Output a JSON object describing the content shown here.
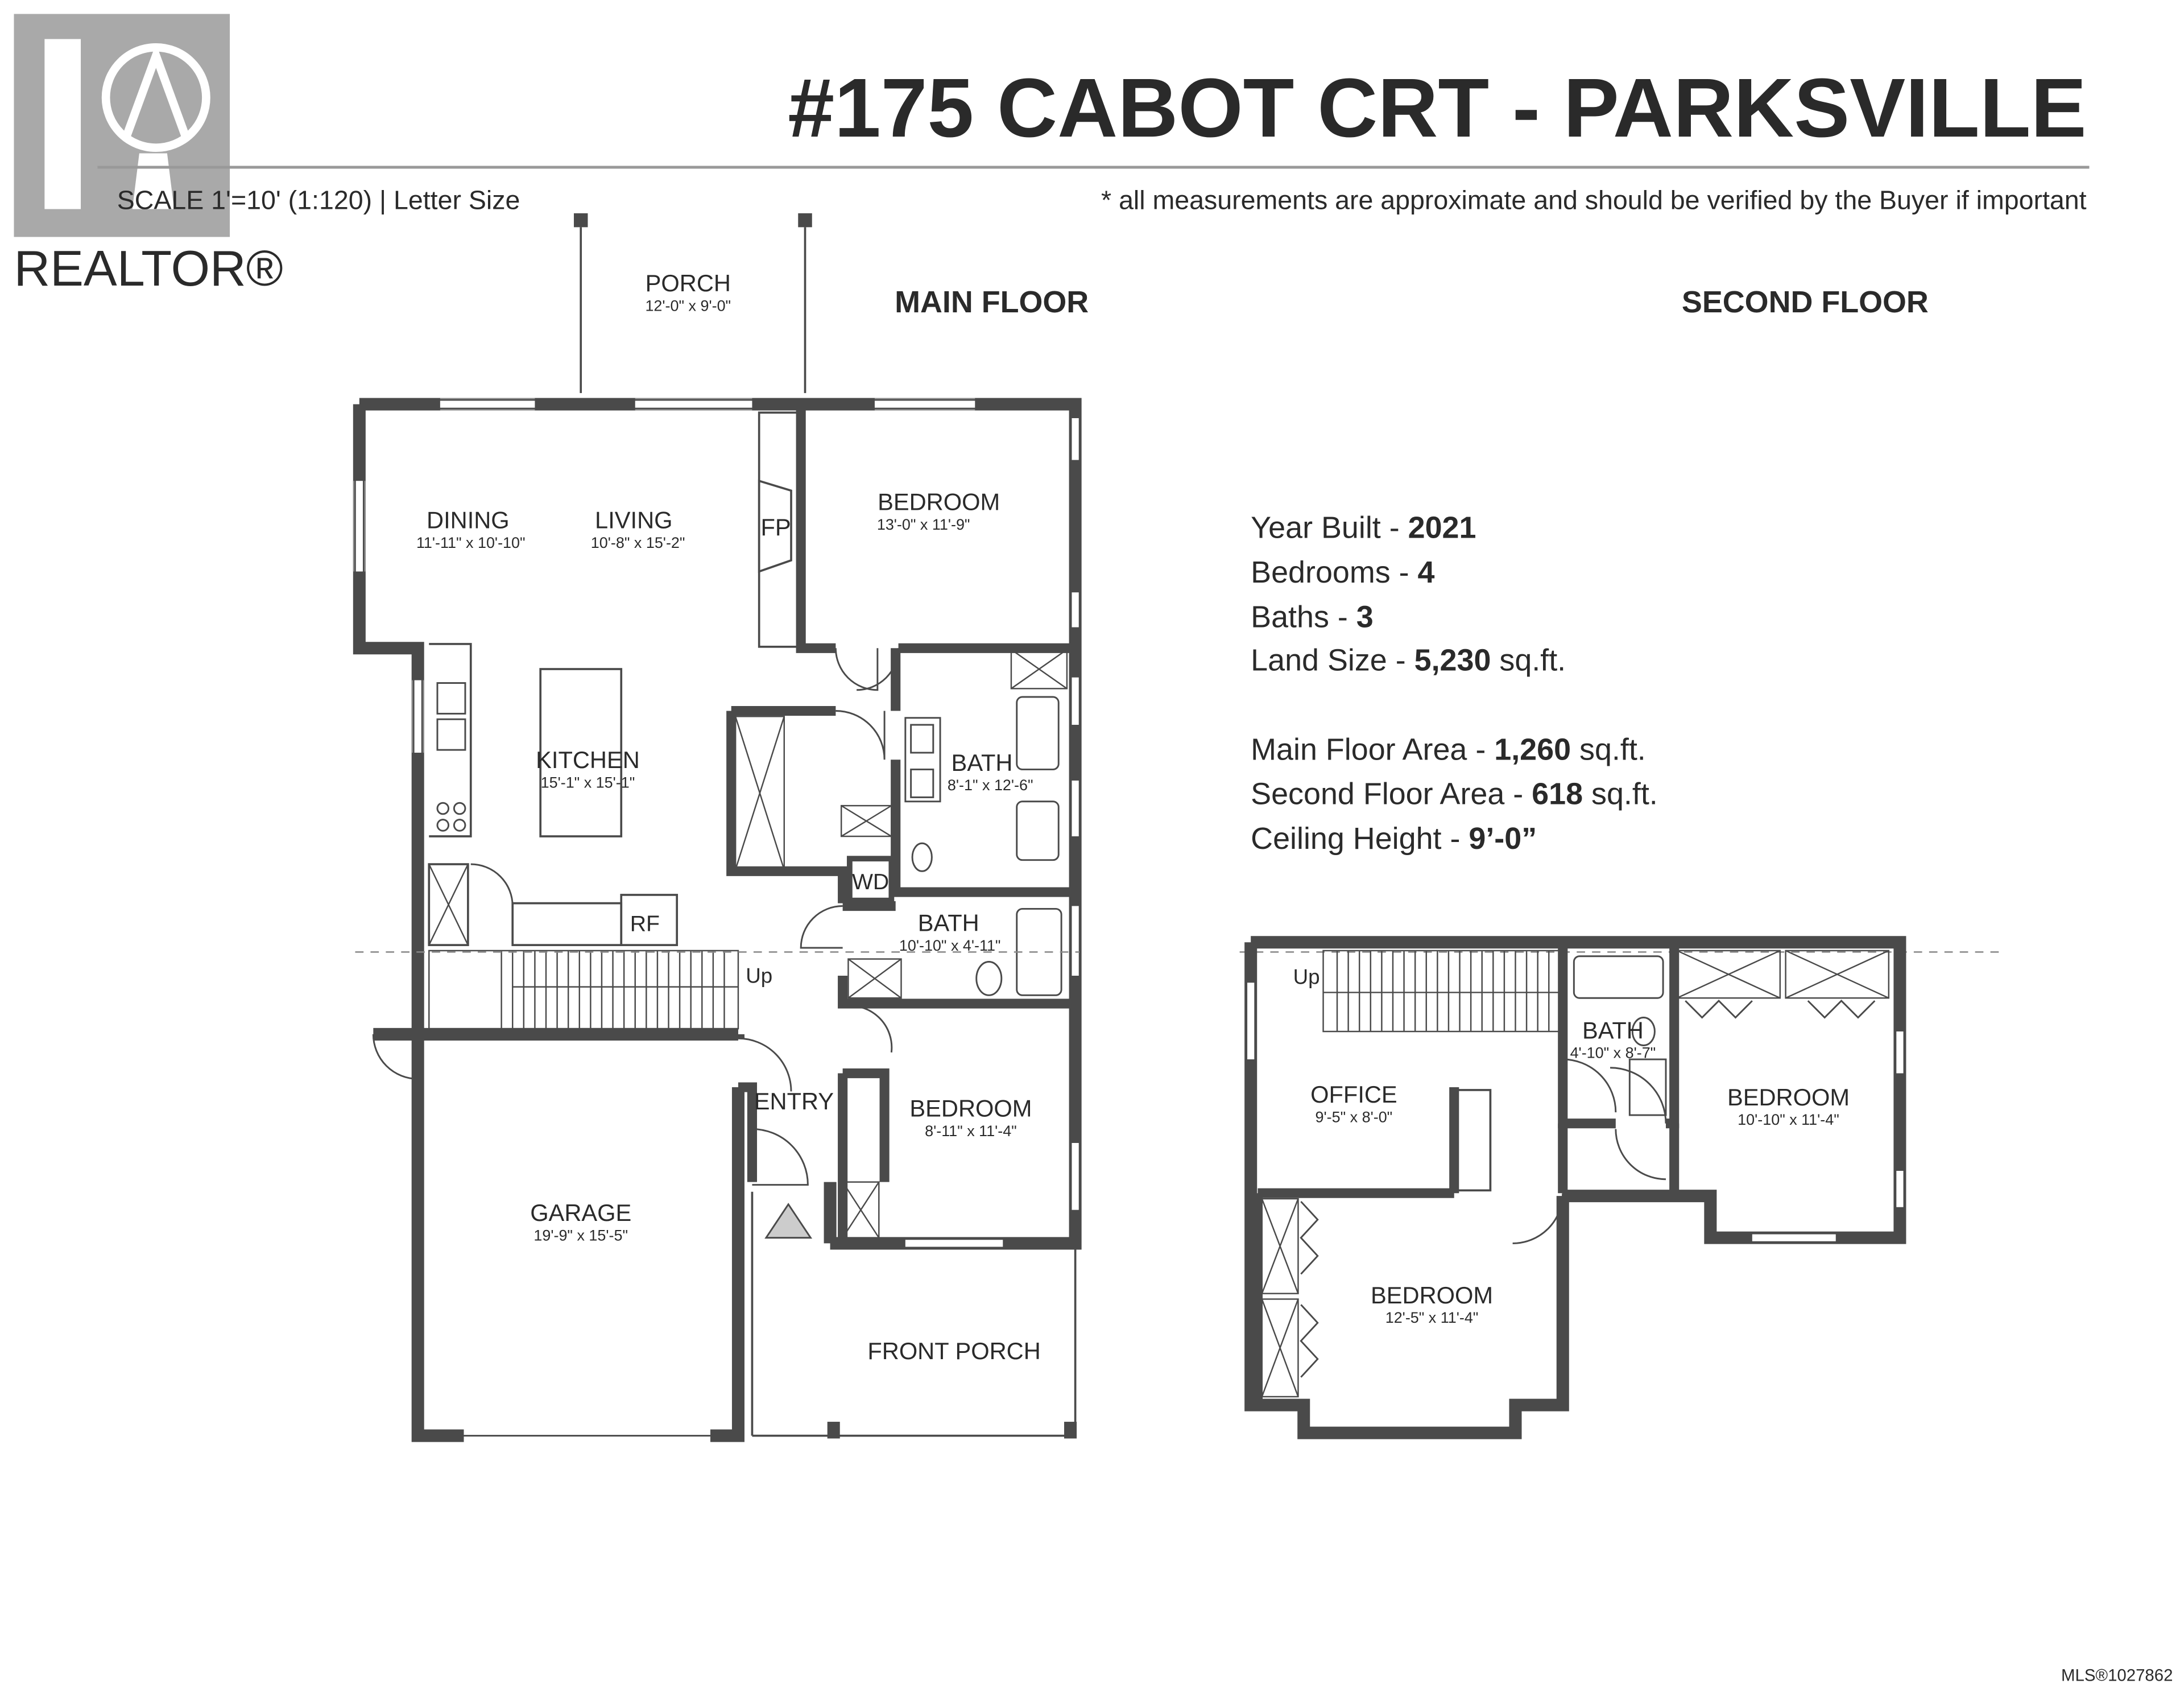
{
  "title": "#175 CABOT CRT - PARKSVILLE",
  "scale_note": "SCALE 1'=10' (1:120) | Letter Size",
  "disclaimer": "* all measurements are approximate and should be verified by the Buyer if important",
  "logo_text": "REALTOR®",
  "mls": "MLS®1027862",
  "colors": {
    "wall": "#4a4a4a",
    "text": "#2a2a2a",
    "rule": "#999999"
  },
  "main_floor": {
    "heading": "MAIN FLOOR",
    "rooms": {
      "porch": {
        "name": "PORCH",
        "dims": "12'-0\" x 9'-0\""
      },
      "dining": {
        "name": "DINING",
        "dims": "11'-11\" x 10'-10\""
      },
      "living": {
        "name": "LIVING",
        "dims": "10'-8\" x 15'-2\""
      },
      "fp": {
        "name": "FP"
      },
      "bedroom1": {
        "name": "BEDROOM",
        "dims": "13'-0\" x 11'-9\""
      },
      "kitchen": {
        "name": "KITCHEN",
        "dims": "15'-1\" x 15'-1\""
      },
      "bath1": {
        "name": "BATH",
        "dims": "8'-1\" x 12'-6\""
      },
      "wd": {
        "name": "WD"
      },
      "rf": {
        "name": "RF"
      },
      "bath2": {
        "name": "BATH",
        "dims": "10'-10\" x 4'-11\""
      },
      "up": {
        "name": "Up"
      },
      "entry": {
        "name": "ENTRY"
      },
      "bedroom2": {
        "name": "BEDROOM",
        "dims": "8'-11\" x 11'-4\""
      },
      "garage": {
        "name": "GARAGE",
        "dims": "19'-9\" x 15'-5\""
      },
      "front_porch": {
        "name": "FRONT PORCH"
      }
    }
  },
  "second_floor": {
    "heading": "SECOND FLOOR",
    "rooms": {
      "up": {
        "name": "Up"
      },
      "office": {
        "name": "OFFICE",
        "dims": "9'-5\" x 8'-0\""
      },
      "bath": {
        "name": "BATH",
        "dims": "4'-10\" x 8'-7\""
      },
      "bedroom1": {
        "name": "BEDROOM",
        "dims": "10'-10\" x 11'-4\""
      },
      "bedroom2": {
        "name": "BEDROOM",
        "dims": "12'-5\" x 11'-4\""
      }
    }
  },
  "stats": {
    "year_built": {
      "label": "Year Built - ",
      "value": "2021"
    },
    "bedrooms": {
      "label": "Bedrooms - ",
      "value": "4"
    },
    "baths": {
      "label": "Baths - ",
      "value": "3"
    },
    "land_size": {
      "label": "Land Size - ",
      "value": "5,230",
      "unit": " sq.ft."
    },
    "main_area": {
      "label": "Main Floor Area - ",
      "value": "1,260",
      "unit": " sq.ft."
    },
    "second_area": {
      "label": "Second Floor Area - ",
      "value": "618",
      "unit": " sq.ft."
    },
    "ceiling": {
      "label": "Ceiling Height - ",
      "value": "9’-0”"
    }
  }
}
